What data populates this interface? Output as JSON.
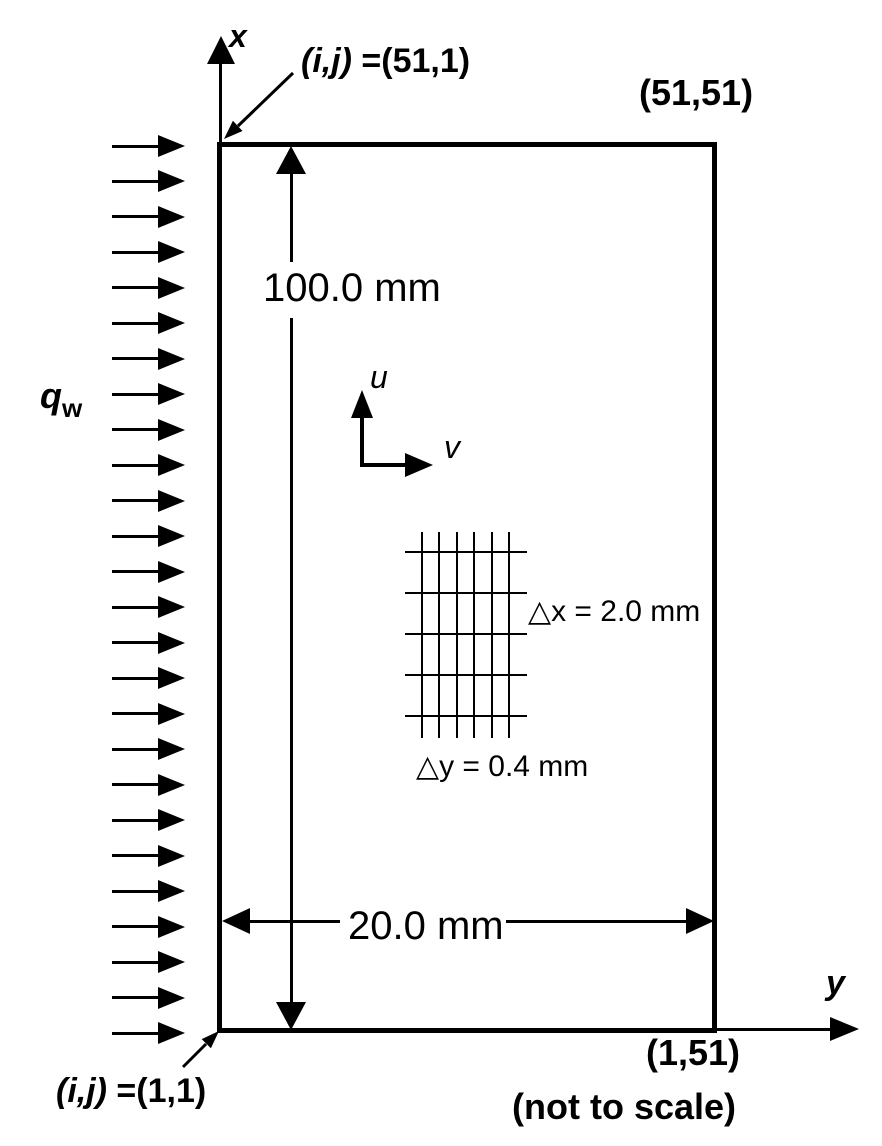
{
  "axes": {
    "x_label": "x",
    "y_label": "y",
    "u_label": "u",
    "v_label": "v"
  },
  "heat_flux": {
    "symbol": "q",
    "subscript": "w",
    "arrow_count": 26
  },
  "corner_labels": {
    "top_left_ij": "(i,j)",
    "top_left_value": " =(51,1)",
    "top_right": "(51,51)",
    "bottom_right": "(1,51)",
    "bottom_left_ij": "(i,j)",
    "bottom_left_value": " =(1,1)"
  },
  "dimensions": {
    "height": "100.0 mm",
    "width": "20.0 mm",
    "delta_x": "△x = 2.0 mm",
    "delta_y": "△y = 0.4 mm"
  },
  "notes": {
    "not_to_scale": "(not to scale)"
  },
  "mesh_inset": {
    "vertical_lines": 6,
    "horizontal_lines": 5
  },
  "parameters": {
    "plate_height_mm": 100.0,
    "plate_width_mm": 20.0,
    "delta_x_mm": 2.0,
    "delta_y_mm": 0.4,
    "grid_points_i": 51,
    "grid_points_j": 51
  },
  "colors": {
    "ink": "#000000",
    "background": "#ffffff"
  }
}
